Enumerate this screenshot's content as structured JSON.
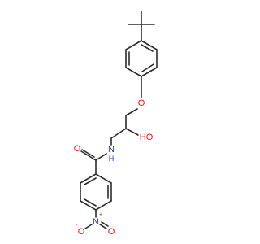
{
  "colors": {
    "bond": "#2b2b2b",
    "oxygen": "#e8170f",
    "nitrogen": "#2a3cd6",
    "background": "#ffffff"
  },
  "labels": {
    "ether_o": "O",
    "hydroxyl": "HO",
    "amide_n": "N",
    "amide_h": "H",
    "carbonyl_o": "O",
    "nitro_n": "N",
    "nitro_o_left": "O",
    "nitro_o_right": "O",
    "nitro_n_charge": "+",
    "nitro_o_charge": "-"
  }
}
